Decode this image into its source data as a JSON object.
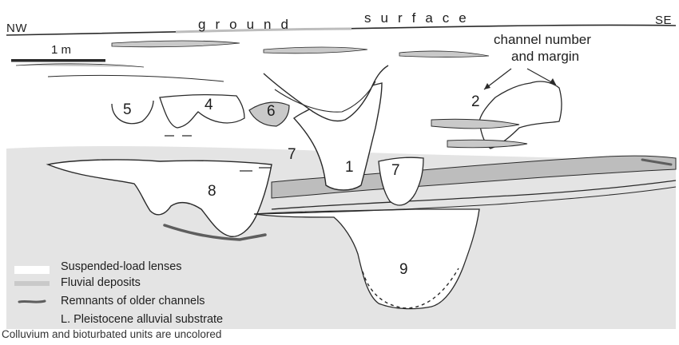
{
  "header": {
    "nw_label": "NW",
    "se_label": "SE",
    "ground_word": "ground",
    "surface_word": "surface"
  },
  "scale_bar": {
    "label": "1 m"
  },
  "annotation": {
    "line1": "channel number",
    "line2": "and margin"
  },
  "channel_numbers": [
    "1",
    "2",
    "4",
    "5",
    "6",
    "7",
    "7",
    "8",
    "9"
  ],
  "legend": {
    "items": [
      {
        "label": "Suspended-load lenses",
        "swatch": "suspended"
      },
      {
        "label": "Fluvial deposits",
        "swatch": "fluvial"
      },
      {
        "label": "Remnants of older channels",
        "swatch": "remnants"
      },
      {
        "label": "L. Pleistocene alluvial substrate",
        "swatch": "substrate"
      }
    ],
    "note": "Colluvium and bioturbated units are uncolored"
  },
  "colors": {
    "line": "#2a2a2a",
    "suspended": "#c9c9c9",
    "fluvial": "#bdbdbd",
    "remnants": "#5e5e5e",
    "substrate": "#e4e4e4",
    "background": "#ffffff"
  }
}
